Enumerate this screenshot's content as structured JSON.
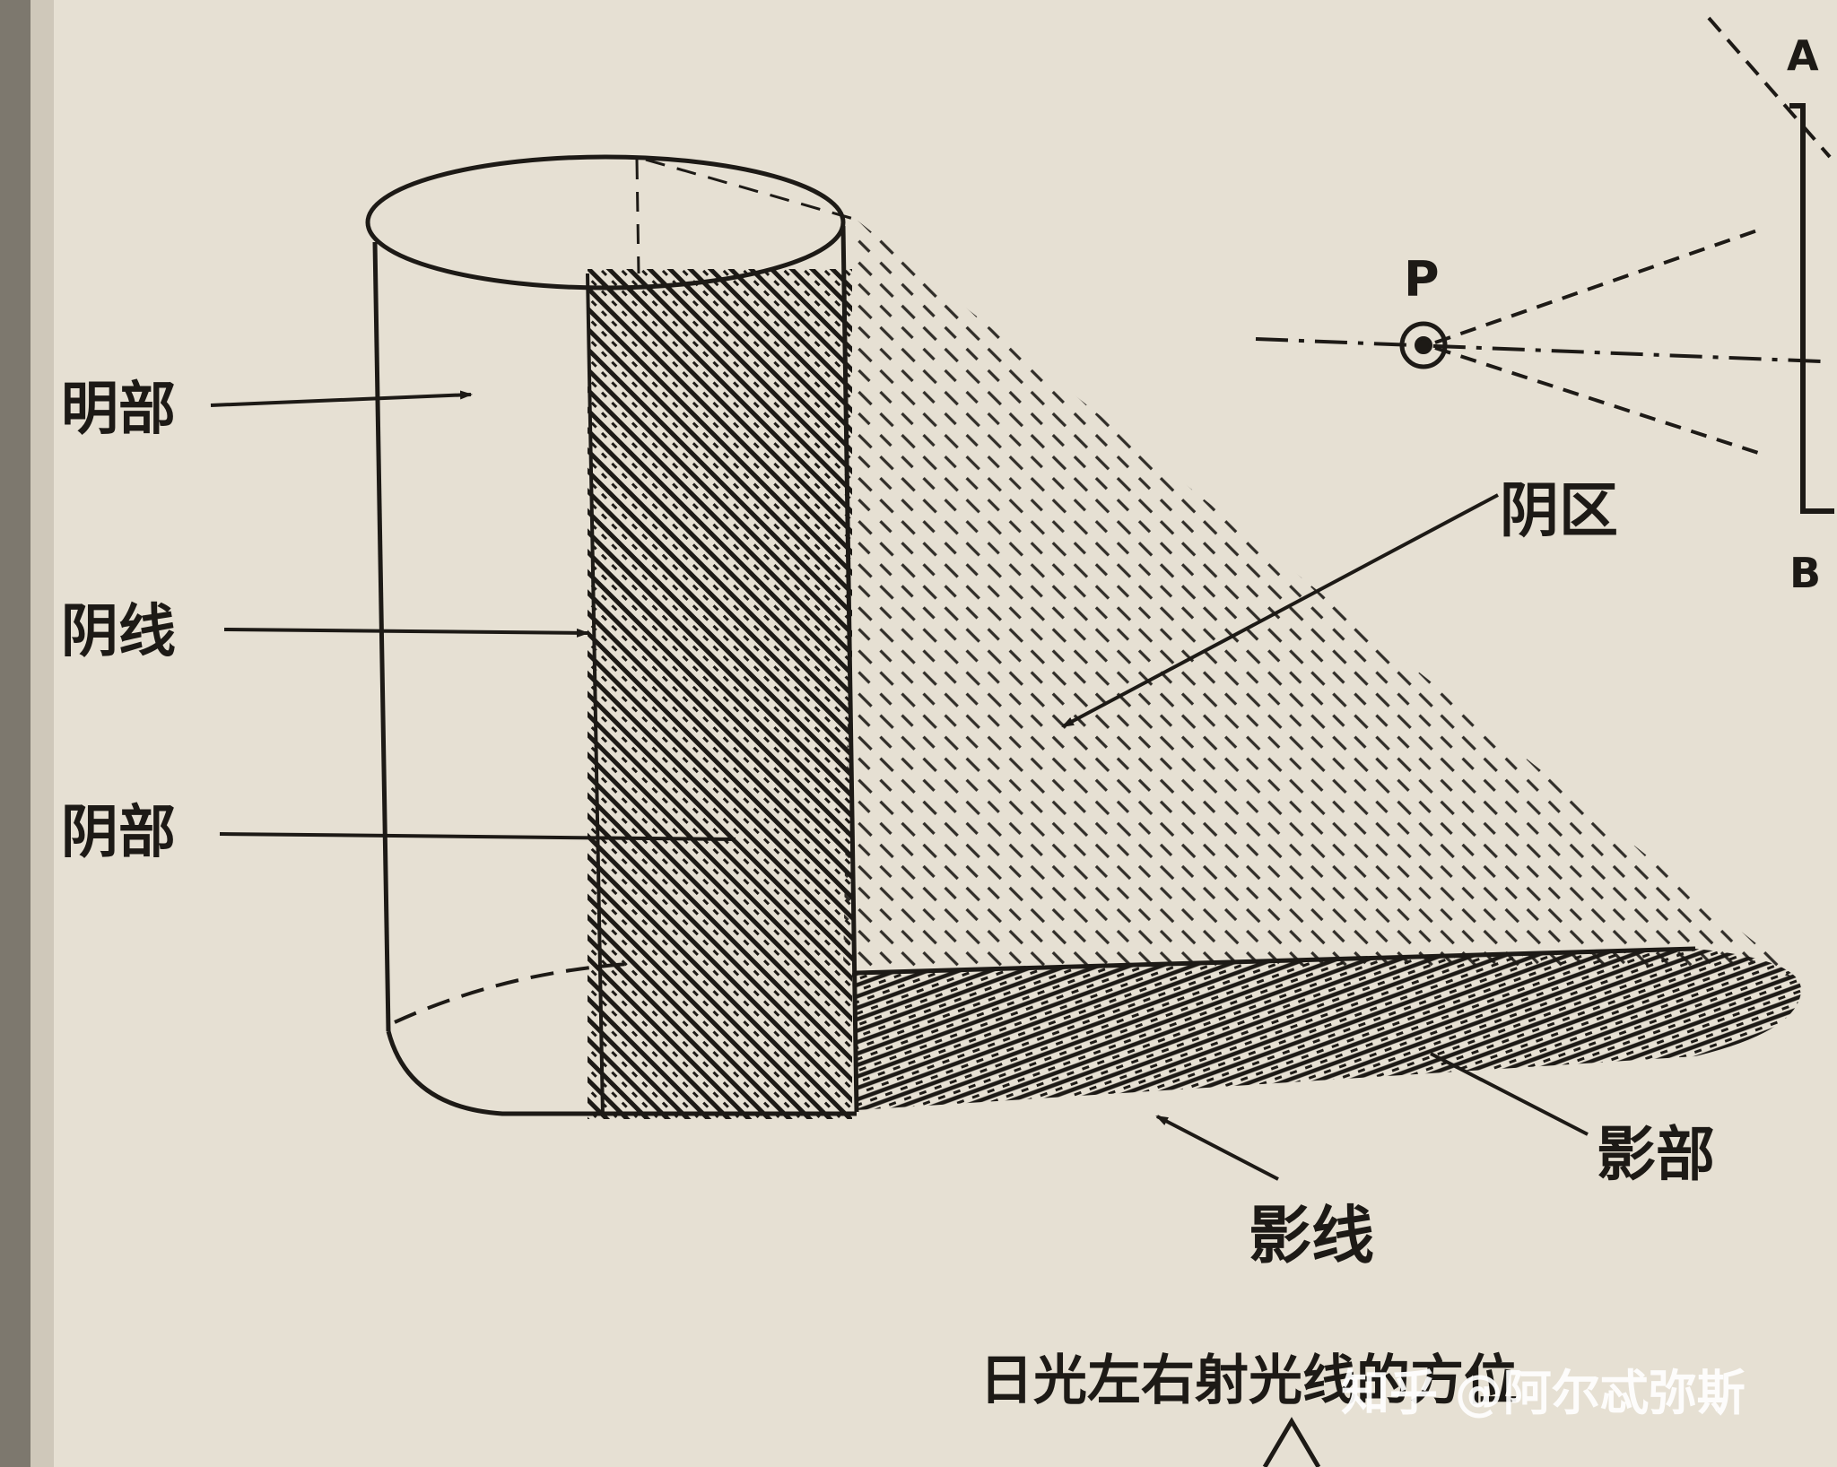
{
  "labels": {
    "lit_part": "明部",
    "shade_line": "阴线",
    "shade_part": "阴部",
    "shadow_area": "阴区",
    "shadow_part": "影部",
    "shadow_line": "影线"
  },
  "points": {
    "p": "P",
    "a": "A",
    "b": "B"
  },
  "caption": "日光左右射光线的方位",
  "watermark": "知乎 @阿尔忒弥斯",
  "colors": {
    "paper": "#e6e0d3",
    "ink": "#1d1a16"
  }
}
